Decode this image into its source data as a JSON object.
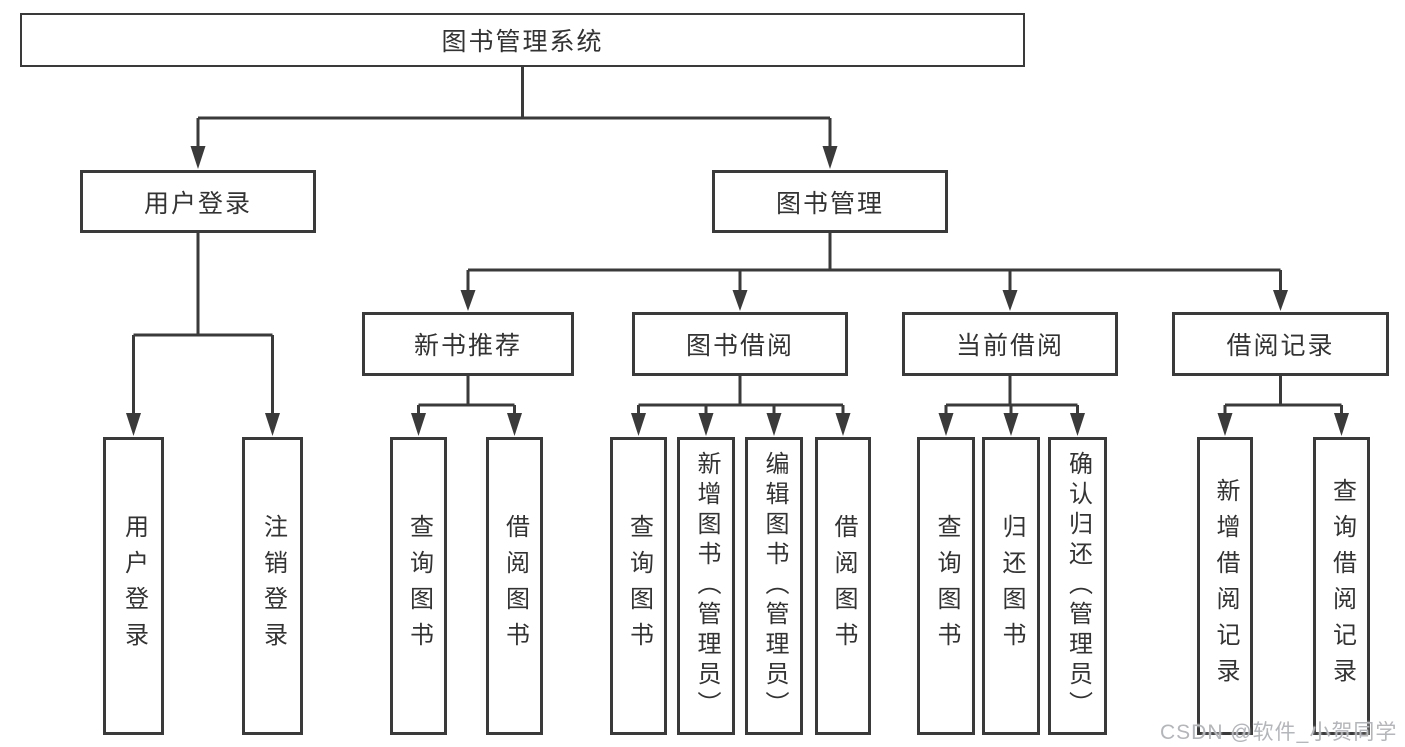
{
  "diagram": {
    "nodes": {
      "root": "图书管理系统",
      "user_login": "用户登录",
      "book_mgmt": "图书管理",
      "new_book_rec": "新书推荐",
      "book_borrow": "图书借阅",
      "current_borrow": "当前借阅",
      "borrow_records": "借阅记录",
      "user_login_children": [
        "用户登录",
        "注销登录"
      ],
      "new_book_rec_children": [
        "查询图书",
        "借阅图书"
      ],
      "book_borrow_children": [
        "查询图书",
        "新增图书（管理员）",
        "编辑图书（管理员）",
        "借阅图书"
      ],
      "current_borrow_children": [
        "查询图书",
        "归还图书",
        "确认归还（管理员）"
      ],
      "borrow_records_children": [
        "新增借阅记录",
        "查询借阅记录"
      ]
    },
    "watermark": "CSDN @软件_小贺同学",
    "colors": {
      "line": "#3a3a3a",
      "text": "#333333",
      "box_fill": "#ffffff",
      "watermark": "#b3b6ba"
    }
  }
}
